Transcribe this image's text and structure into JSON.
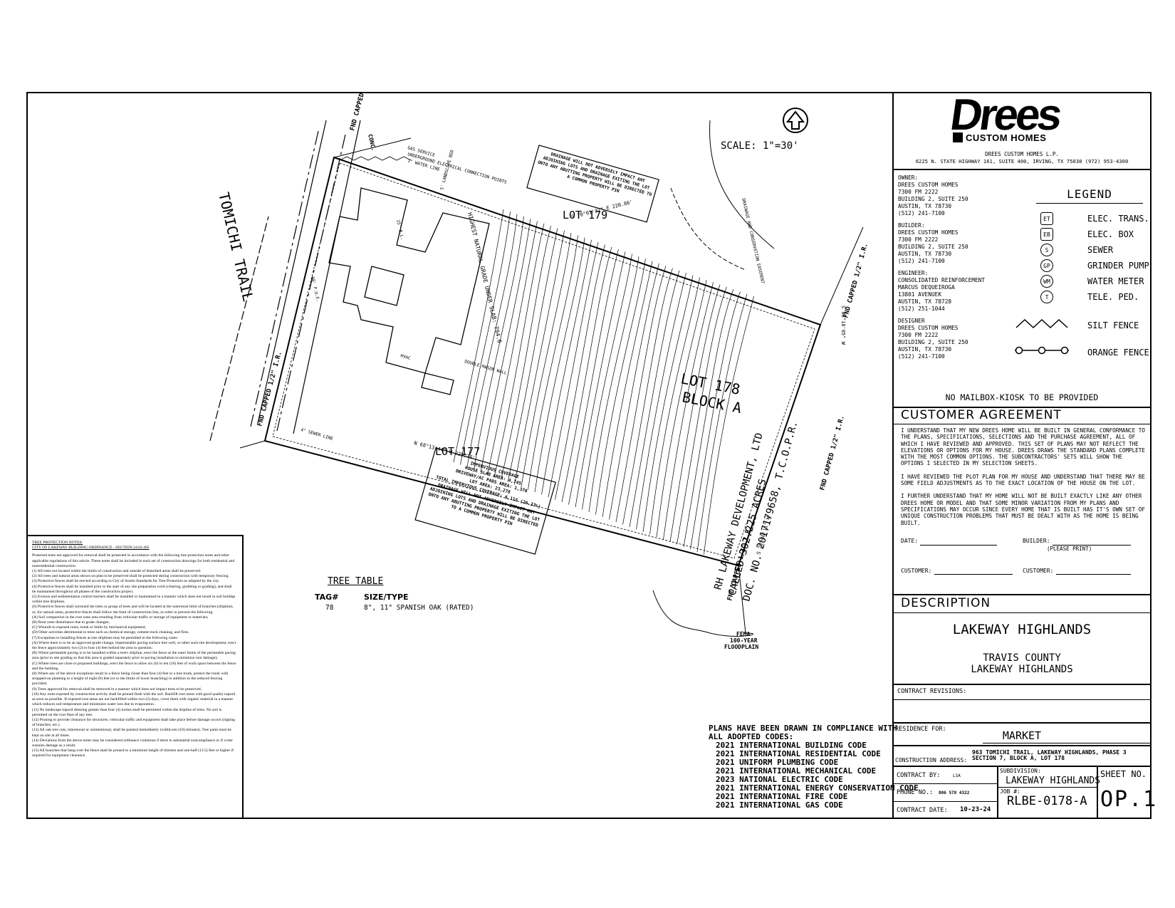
{
  "drawing": {
    "scale": "SCALE: 1\"=30'",
    "street": "TOMICHI TRAIL",
    "lot_main": "LOT 178",
    "block": "BLOCK A",
    "lot_north": "LOT 179",
    "lot_south": "LOT 177",
    "neighbor": [
      "RH LAKEWAY DEVELOPMENT, LTD",
      "CALLED 302.225 ACRES",
      "DOC. NO. 2017179658, T.C.O.P.R."
    ],
    "bearing_north": "S 70°01'32\" E 220.86'",
    "bearing_south": "N 68°13'44\" W 225.76'",
    "bearing_east": "S 06°18'05\" W",
    "bearing_southeast": "S 22°36'11\" W",
    "pins": [
      "FND CAPPED 1/2\" I.R.",
      "FND CAPPED 1/2\" I.R.",
      "FND CAPPED 1/2\" I.R.",
      "FND CAPPED 1/2\" I.R.",
      "FND CAPPED 1/2\" I.R."
    ],
    "labels": [
      "GAS SERVICE",
      "UNDERGROUND ELECTRICAL CONNECTION POINTS",
      "1\" WATER LINE",
      "5' LANDSCAPE BED",
      "HIGHEST NATURAL GRADE UNDER SLAB: 794.0",
      "25' B.L.",
      "10' P.U.E.",
      "4\" SEWER LINE",
      "DOUBLE MASON WALL",
      "HVAC",
      "DRAINAGE AND CONSERVATION EASEMENT",
      "CONC."
    ],
    "drainage_note": "DRAINAGE WILL NOT ADVERSELY IMPACT ANY ADJOINING LOTS AND DRAINAGE EXITING THE LOT ONTO ANY ABUTTING PROPERTY WILL BE DIRECTED TO A COMMON PROPERTY PIN",
    "impervious": [
      "IMPERVIOUS COVERAGE",
      "HOUSE SLAB AREA: 4,745",
      "DRIVEWAY/AC PADS AREA: 1,370",
      "LOT AREA: 23,278",
      "TOTAL IMPERVIOUS COVERAGE: 6,115 (26.27%)"
    ],
    "fema": [
      "FEMA",
      "100-YEAR",
      "FLOODPLAIN"
    ]
  },
  "tree_table": {
    "title": "TREE TABLE",
    "col1": "TAG#",
    "col2": "SIZE/TYPE",
    "rows": [
      {
        "tag": "78",
        "size": "8\", 11\" SPANISH OAK (RATED)"
      }
    ]
  },
  "tree_notes": {
    "title": "TREE PROTECTION NOTES:",
    "subtitle": "CITY OF LAKEWAY BUILDING ORDINANCE - SECTION 24.02.405",
    "body": [
      "Protected trees not approved for removal shall be protected in accordance with the following tree protection notes and other applicable regulations of this article. These notes shall be included in each set of construction drawings for both residential and nonresidential construction.",
      "(1) All trees not located within the limits of construction and outside of disturbed areas shall be preserved.",
      "(2) All trees and natural areas shown on plan to be preserved shall be protected during construction with temporary fencing.",
      "(3) Protective fences shall be erected according to City of Austin Standards for Tree Protection as adopted by the city.",
      "(4) Protective fences shall be installed prior to the start of any site preparation work (clearing, grubbing or grading), and shall be maintained throughout all phases of the construction project.",
      "(5) Erosion and sedimentation control barriers shall be installed or maintained in a manner which does not result in soil buildup within tree driplines.",
      "(6) Protective fences shall surround the trees or group of trees and will be located at the outermost limit of branches (dripline), or, for natural areas, protective fences shall follow the limit of construction line, in order to prevent the following:",
      "(A) Soil compaction in the root zone area resulting from vehicular traffic or storage of equipment or materials;",
      "(B) Root zone disturbance due to grade changes;",
      "(C) Wounds to exposed roots, trunk or limbs by mechanical equipment;",
      "(D) Other activities detrimental to trees such as chemical storage, cement truck cleaning, and fires.",
      "(7) Exceptions to installing fences at tree driplines may be permitted in the following cases:",
      "(A) Where there is to be an approved grade change, impermeable paving surface tree well, or other such site development, erect the fence approximately two (2) to four (4) feet behind the area in question;",
      "(B) Where permeable paving is to be installed within a tree's dripline, erect the fence at the outer limits of the permeable paving area (prior to site grading so that this area is graded separately prior to paving installation to minimize root damage);",
      "(C) Where trees are close to proposed buildings, erect the fence to allow six (6) to ten (10) feet of work space between the fence and the building.",
      "(8) Where any of the above exceptions result in a fence being closer than four (4) feet to a tree trunk, protect the trunk with strapped-on planking to a height of eight (8) feet (or to the limits of lower branching) in addition to the reduced fencing provided.",
      "(9) Trees approved for removal shall be removed in a manner which does not impact trees to be preserved.",
      "(10) Any roots exposed by construction activity shall be pruned flush with the soil. Backfill root areas with good quality topsoil as soon as possible. If exposed root areas are not backfilled within two (2) days, cover them with organic material in a manner which reduces soil temperature and minimizes water loss due to evaporation.",
      "(11) No landscape topsoil dressing greater than four (4) inches shall be permitted within the dripline of trees. No soil is permitted on the root flare of any tree.",
      "(12) Pruning to provide clearance for structures, vehicular traffic and equipment shall take place before damage occurs (ripping of branches, etc.).",
      "(13) All oak tree cuts, intentional or unintentional, shall be painted immediately (within ten (10) minutes). Tree paint must be kept on site at all times.",
      "(14) Deviations from the above notes may be considered ordinance violations if there is substantial noncompliance or if a tree sustains damage as a result.",
      "(15) All branches that hang over the fence shall be pruned to a minimum height of thirteen and one-half (13.5) feet or higher if required for equipment clearance."
    ]
  },
  "codes": {
    "heading": [
      "PLANS HAVE BEEN DRAWN IN COMPLIANCE WITH",
      "ALL ADOPTED CODES:"
    ],
    "list": [
      "2021 INTERNATIONAL BUILDING CODE",
      "2021 INTERNATIONAL RESIDENTIAL CODE",
      "2021 UNIFORM PLUMBING CODE",
      "2021 INTERNATIONAL MECHANICAL CODE",
      "2023 NATIONAL ELECTRIC CODE",
      "2021 INTERNATIONAL ENERGY CONSERVATION CODE",
      "2021 INTERNATIONAL FIRE CODE",
      "2021 INTERNATIONAL GAS CODE"
    ]
  },
  "company": {
    "logo_top": "Drees",
    "logo_bottom": "CUSTOM HOMES",
    "name": "DREES CUSTOM HOMES L.P.",
    "address": "6225 N. STATE HIGHWAY 161, SUITE 400, IRVING, TX  75038  (972) 953-4300"
  },
  "contacts": [
    {
      "role": "OWNER:",
      "lines": [
        "DREES CUSTOM HOMES",
        "7300 FM 2222",
        "BUILDING 2, SUITE 250",
        "AUSTIN, TX 78730",
        "(512) 241-7100"
      ]
    },
    {
      "role": "BUILDER:",
      "lines": [
        "DREES CUSTOM HOMES",
        "7300 FM 2222",
        "BUILDING 2, SUITE 250",
        "AUSTIN, TX 78730",
        "(512) 241-7100"
      ]
    },
    {
      "role": "ENGINEER:",
      "lines": [
        "CONSOLIDATED REINFORCEMENT",
        "MARCUS DEQUEIROGA",
        "13801 AVENUEK",
        "AUSTIN, TX 78728",
        "(512) 251-1044"
      ]
    },
    {
      "role": "DESIGNER",
      "lines": [
        "DREES CUSTOM HOMES",
        "7300 FM 2222",
        "BUILDING 2, SUITE 250",
        "AUSTIN, TX 78730",
        "(512) 241-7100"
      ]
    }
  ],
  "legend": {
    "title": "LEGEND",
    "items": [
      {
        "sym": "ET",
        "label": "ELEC. TRANS."
      },
      {
        "sym": "EB",
        "label": "ELEC. BOX"
      },
      {
        "sym": "S",
        "label": "SEWER"
      },
      {
        "sym": "GP",
        "label": "GRINDER PUMP"
      },
      {
        "sym": "WM",
        "label": "WATER METER"
      },
      {
        "sym": "T",
        "label": "TELE. PED."
      }
    ],
    "silt": "SILT FENCE",
    "orange": "ORANGE FENCE"
  },
  "mailbox": "NO MAILBOX-KIOSK TO BE PROVIDED",
  "agreement": {
    "title": "CUSTOMER AGREEMENT",
    "p1": "I UNDERSTAND THAT MY NEW DREES HOME WILL BE BUILT IN GENERAL CONFORMANCE TO THE PLANS, SPECIFICATIONS, SELECTIONS AND THE PURCHASE AGREEMENT, ALL OF WHICH I HAVE REVIEWED AND APPROVED. THIS SET OF PLANS MAY NOT REFLECT THE ELEVATIONS OR OPTIONS FOR MY HOUSE. DREES DRAWS THE STANDARD PLANS COMPLETE WITH THE MOST COMMON OPTIONS. THE SUBCONTRACTORS' SETS WILL SHOW THE OPTIONS I SELECTED IN MY SELECTION SHEETS.",
    "p2": "I HAVE REVIEWED THE PLOT PLAN FOR MY HOUSE AND UNDERSTAND THAT THERE MAY BE SOME FIELD ADJUSTMENTS AS TO THE EXACT LOCATION OF THE HOUSE ON THE LOT.",
    "p3": "I FURTHER UNDERSTAND THAT MY HOME WILL NOT BE BUILT EXACTLY LIKE ANY OTHER DREES HOME OR MODEL AND THAT SOME MINOR VARIATION FROM MY PLANS AND SPECIFICATIONS MAY OCCUR SINCE EVERY HOME THAT IS BUILT HAS IT'S OWN SET OF UNIQUE CONSTRUCTION PROBLEMS THAT MUST BE DEALT WITH AS THE HOME IS BEING BUILT.",
    "date": "DATE:",
    "builder": "BUILDER:",
    "please_print": "(PLEASE PRINT)",
    "customer1": "CUSTOMER:",
    "customer2": "CUSTOMER:"
  },
  "description": {
    "title": "DESCRIPTION",
    "project": "LAKEWAY HIGHLANDS",
    "county": "TRAVIS COUNTY",
    "sub": "LAKEWAY HIGHLANDS"
  },
  "revisions_label": "CONTRACT REVISIONS:",
  "residence_label": "RESIDENCE FOR:",
  "residence_value": "MARKET",
  "construction": {
    "label": "CONSTRUCTION ADDRESS:",
    "line1": "963 TOMICHI TRAIL, LAKEWAY HIGHLANDS, PHASE 3",
    "line2": "SECTION 7, BLOCK A, LOT 178"
  },
  "contract": {
    "by_label": "CONTRACT BY:",
    "by_value": "LSA",
    "phone_label": "PHONE NO.:",
    "phone_value": "806 578 4322",
    "date_label": "CONTRACT DATE:",
    "date_value": "10-23-24",
    "subdivision_label": "SUBDIVISION:",
    "subdivision_value": "LAKEWAY HIGHLANDS",
    "job_label": "JOB #:",
    "job_value": "RLBE-0178-A",
    "sheet_label": "SHEET NO.",
    "sheet_value": "OP.1"
  }
}
